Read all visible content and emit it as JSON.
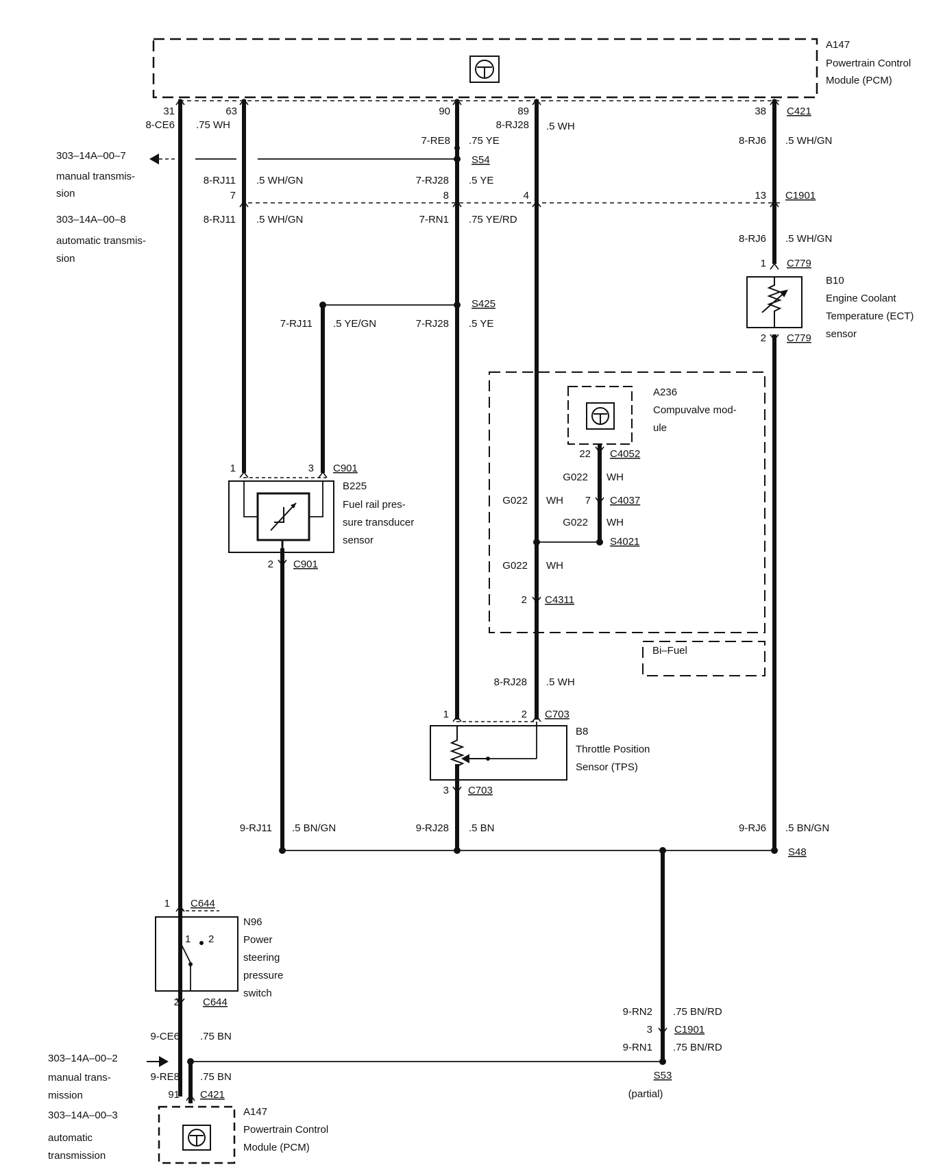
{
  "colors": {
    "wire": "#111111",
    "background": "#ffffff"
  },
  "pcm_top": {
    "id": "A147",
    "line1": "Powertrain Control",
    "line2": "Module (PCM)",
    "icon": "control-module-icon"
  },
  "pins_top": {
    "p31": "31",
    "p63": "63",
    "p90": "90",
    "p89": "89",
    "p38": "38",
    "c421": "C421"
  },
  "wires": {
    "w_8ce6": "8-CE6",
    "w_75wh": ".75 WH",
    "w_7re8": "7-RE8",
    "w_75ye": ".75 YE",
    "w_8rj28a": "8-RJ28",
    "w_5wha": ".5 WH",
    "w_8rj6a": "8-RJ6",
    "w_5whgna": ".5 WH/GN",
    "s54": "S54",
    "w_8rj11a": "8-RJ11",
    "w_5whgnb": ".5 WH/GN",
    "w_7rj28a": "7-RJ28",
    "w_5yea": ".5 YE",
    "c1901": "C1901",
    "pin7": "7",
    "pin8": "8",
    "pin4": "4",
    "pin13": "13",
    "w_8rj11b": "8-RJ11",
    "w_5whgnc": ".5 WH/GN",
    "w_7rn1": "7-RN1",
    "w_75yerd": ".75 YE/RD",
    "w_8rj6b": "8-RJ6",
    "w_5whgnd": ".5 WH/GN",
    "s425": "S425",
    "w_7rj11": "7-RJ11",
    "w_5yegn": ".5 YE/GN",
    "w_7rj28b": "7-RJ28",
    "w_5yeb": ".5 YE",
    "w_8rj28b": "8-RJ28",
    "w_5whb": ".5 WH",
    "w_9rj11": "9-RJ11",
    "w_5bngna": ".5 BN/GN",
    "w_9rj28": "9-RJ28",
    "w_5bn": ".5 BN",
    "w_9rj6": "9-RJ6",
    "w_5bngnb": ".5 BN/GN",
    "s48": "S48",
    "w_9rn2": "9-RN2",
    "w_75bnrda": ".75 BN/RD",
    "pin3": "3",
    "c1901b": "C1901",
    "w_9rn1": "9-RN1",
    "w_75bnrdb": ".75 BN/RD",
    "s53": "S53",
    "partial": "(partial)",
    "w_9ce6": "9-CE6",
    "w_75bna": ".75 BN",
    "w_9re8": "9-RE8",
    "w_75bnb": ".75 BN"
  },
  "refs": {
    "r1": {
      "code": "303–14A–00–7",
      "line1": "manual transmis-",
      "line2": "sion"
    },
    "r2": {
      "code": "303–14A–00–8",
      "line1": "automatic transmis-",
      "line2": "sion"
    },
    "r3": {
      "code": "303–14A–00–2",
      "line1": "manual trans-",
      "line2": "mission"
    },
    "r4": {
      "code": "303–14A–00–3",
      "line1": "automatic",
      "line2": "transmission"
    }
  },
  "ect": {
    "pin1": "1",
    "c779a": "C779",
    "pin2": "2",
    "c779b": "C779",
    "id": "B10",
    "line1": "Engine Coolant",
    "line2": "Temperature (ECT)",
    "line3": "sensor",
    "icon": "thermistor-icon"
  },
  "fuel_rail": {
    "pin1": "1",
    "pin3": "3",
    "c901a": "C901",
    "pin2": "2",
    "c901b": "C901",
    "id": "B225",
    "line1": "Fuel rail pres-",
    "line2": "sure transducer",
    "line3": "sensor",
    "icon": "pressure-transducer-icon"
  },
  "compuvalve": {
    "id": "A236",
    "line1": "Compuvalve mod-",
    "line2": "ule",
    "icon": "control-module-icon",
    "pin22": "22",
    "c4052": "C4052",
    "g022a": "G022",
    "wha": "WH",
    "g022b": "G022",
    "whb": "WH",
    "pin7": "7",
    "c4037": "C4037",
    "g022c": "G022",
    "whc": "WH",
    "s4021": "S4021",
    "g022d": "G022",
    "whd": "WH",
    "pin2": "2",
    "c4311": "C4311"
  },
  "bifuel": {
    "label": "Bi–Fuel"
  },
  "tps": {
    "pin1": "1",
    "pin2": "2",
    "c703a": "C703",
    "pin3": "3",
    "c703b": "C703",
    "id": "B8",
    "line1": "Throttle Position",
    "line2": "Sensor (TPS)",
    "icon": "potentiometer-icon"
  },
  "psp": {
    "pin1": "1",
    "c644a": "C644",
    "pin2": "2",
    "c644b": "C644",
    "id": "N96",
    "line1": "Power",
    "line2": "steering",
    "line3": "pressure",
    "line4": "switch",
    "sw1": "1",
    "sw2": "2",
    "icon": "switch-icon"
  },
  "pcm_bottom": {
    "pin91": "91",
    "c421": "C421",
    "id": "A147",
    "line1": "Powertrain Control",
    "line2": "Module (PCM)",
    "icon": "control-module-icon"
  }
}
